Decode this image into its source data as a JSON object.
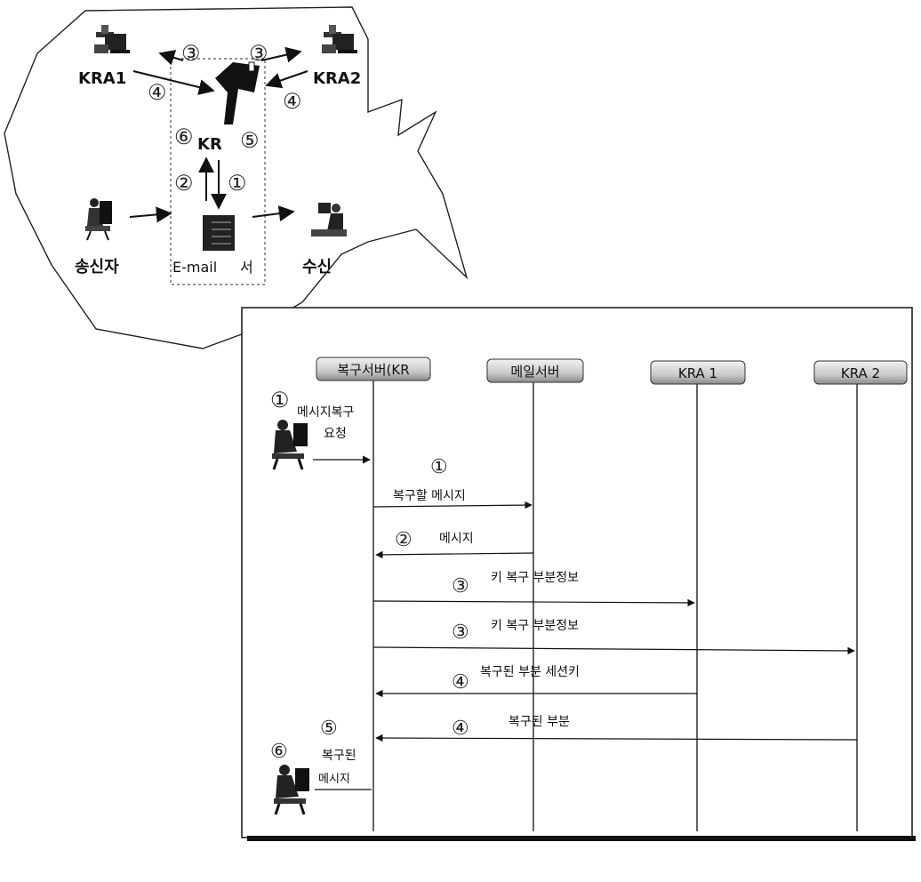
{
  "overview": {
    "kra1_label": "KRA1",
    "kra2_label": "KRA2",
    "kr_label": "KR",
    "sender_label": "송신자",
    "receiver_label": "수신",
    "email_server_label": "E-mail",
    "email_server_suffix": "서",
    "step_markers": {
      "kra1_top": "③",
      "kra2_top": "③",
      "kra1_bottom": "④",
      "kra2_bottom": "④",
      "kr_left": "⑥",
      "kr_right": "⑤",
      "up": "②",
      "down": "①"
    }
  },
  "sequence": {
    "participants": [
      {
        "label": "복구서버(KR"
      },
      {
        "label": "메일서버"
      },
      {
        "label": "KRA 1"
      },
      {
        "label": "KRA 2"
      }
    ],
    "user_request": {
      "marker": "①",
      "line1": "메시지복구",
      "line2": "요청"
    },
    "user_result": {
      "marker_top": "⑤",
      "marker_left": "⑥",
      "line1": "복구된",
      "line2": "메시지"
    },
    "messages": [
      {
        "marker": "①",
        "text": "복구할 메시지"
      },
      {
        "marker": "②",
        "text": "메시지"
      },
      {
        "marker": "③",
        "text": "키 복구 부분정보"
      },
      {
        "marker": "③",
        "text": "키 복구 부분정보"
      },
      {
        "marker": "④",
        "text": "복구된   부분 세션키"
      },
      {
        "marker": "④",
        "text": "복구된   부분"
      }
    ]
  }
}
